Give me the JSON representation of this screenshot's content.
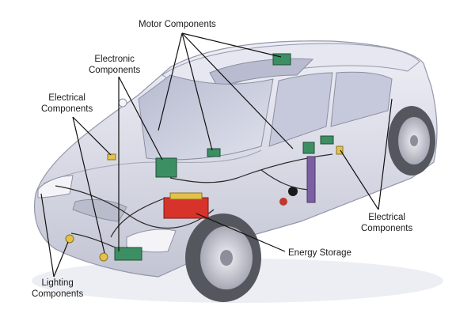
{
  "labels": {
    "motor": {
      "line1": "Motor Components"
    },
    "electronic": {
      "line1": "Electronic",
      "line2": "Components"
    },
    "electrical_left": {
      "line1": "Electrical",
      "line2": "Components"
    },
    "electrical_right": {
      "line1": "Electrical",
      "line2": "Components"
    },
    "energy": {
      "line1": "Energy Storage"
    },
    "lighting": {
      "line1": "Lighting",
      "line2": "Components"
    }
  },
  "colors": {
    "car_body": "#dcdde8",
    "car_shadow": "#a9abbd",
    "glass": "#c5c8d9",
    "tire": "#5a5c66",
    "rim": "#d9dae2",
    "leader_line": "#111111",
    "wiring": "#2b2b2b",
    "module_green": "#3c8f62",
    "battery_red": "#d8332b",
    "module_yellow": "#e3c24b",
    "module_purple": "#7c5fa3"
  }
}
